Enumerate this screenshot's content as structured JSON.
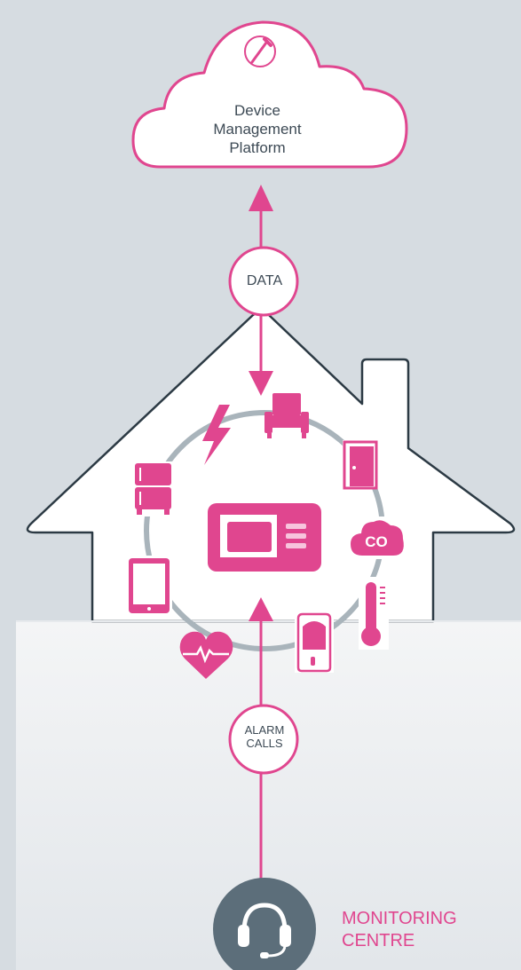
{
  "colors": {
    "accent": "#e0468f",
    "background": "#d6dce1",
    "ground": "#e6e9ec",
    "text": "#3d4a55",
    "ring": "#a9b4bb",
    "headset_bg": "#5c6e7a"
  },
  "cloud": {
    "icon": "dropper-icon",
    "lines": [
      "Device",
      "Management",
      "Platform"
    ]
  },
  "data_bubble": {
    "label": "DATA"
  },
  "alarm_bubble": {
    "lines": [
      "ALARM",
      "CALLS"
    ]
  },
  "monitoring": {
    "icon": "headset-icon",
    "lines": [
      "MONITORING",
      "CENTRE"
    ]
  },
  "devices": [
    "sofa-icon",
    "door-icon",
    "co-sensor-icon",
    "thermometer-icon",
    "motion-sensor-icon",
    "heart-monitor-icon",
    "tablet-icon",
    "fridge-icon",
    "power-icon",
    "control-panel-icon"
  ],
  "co_label": "CO"
}
